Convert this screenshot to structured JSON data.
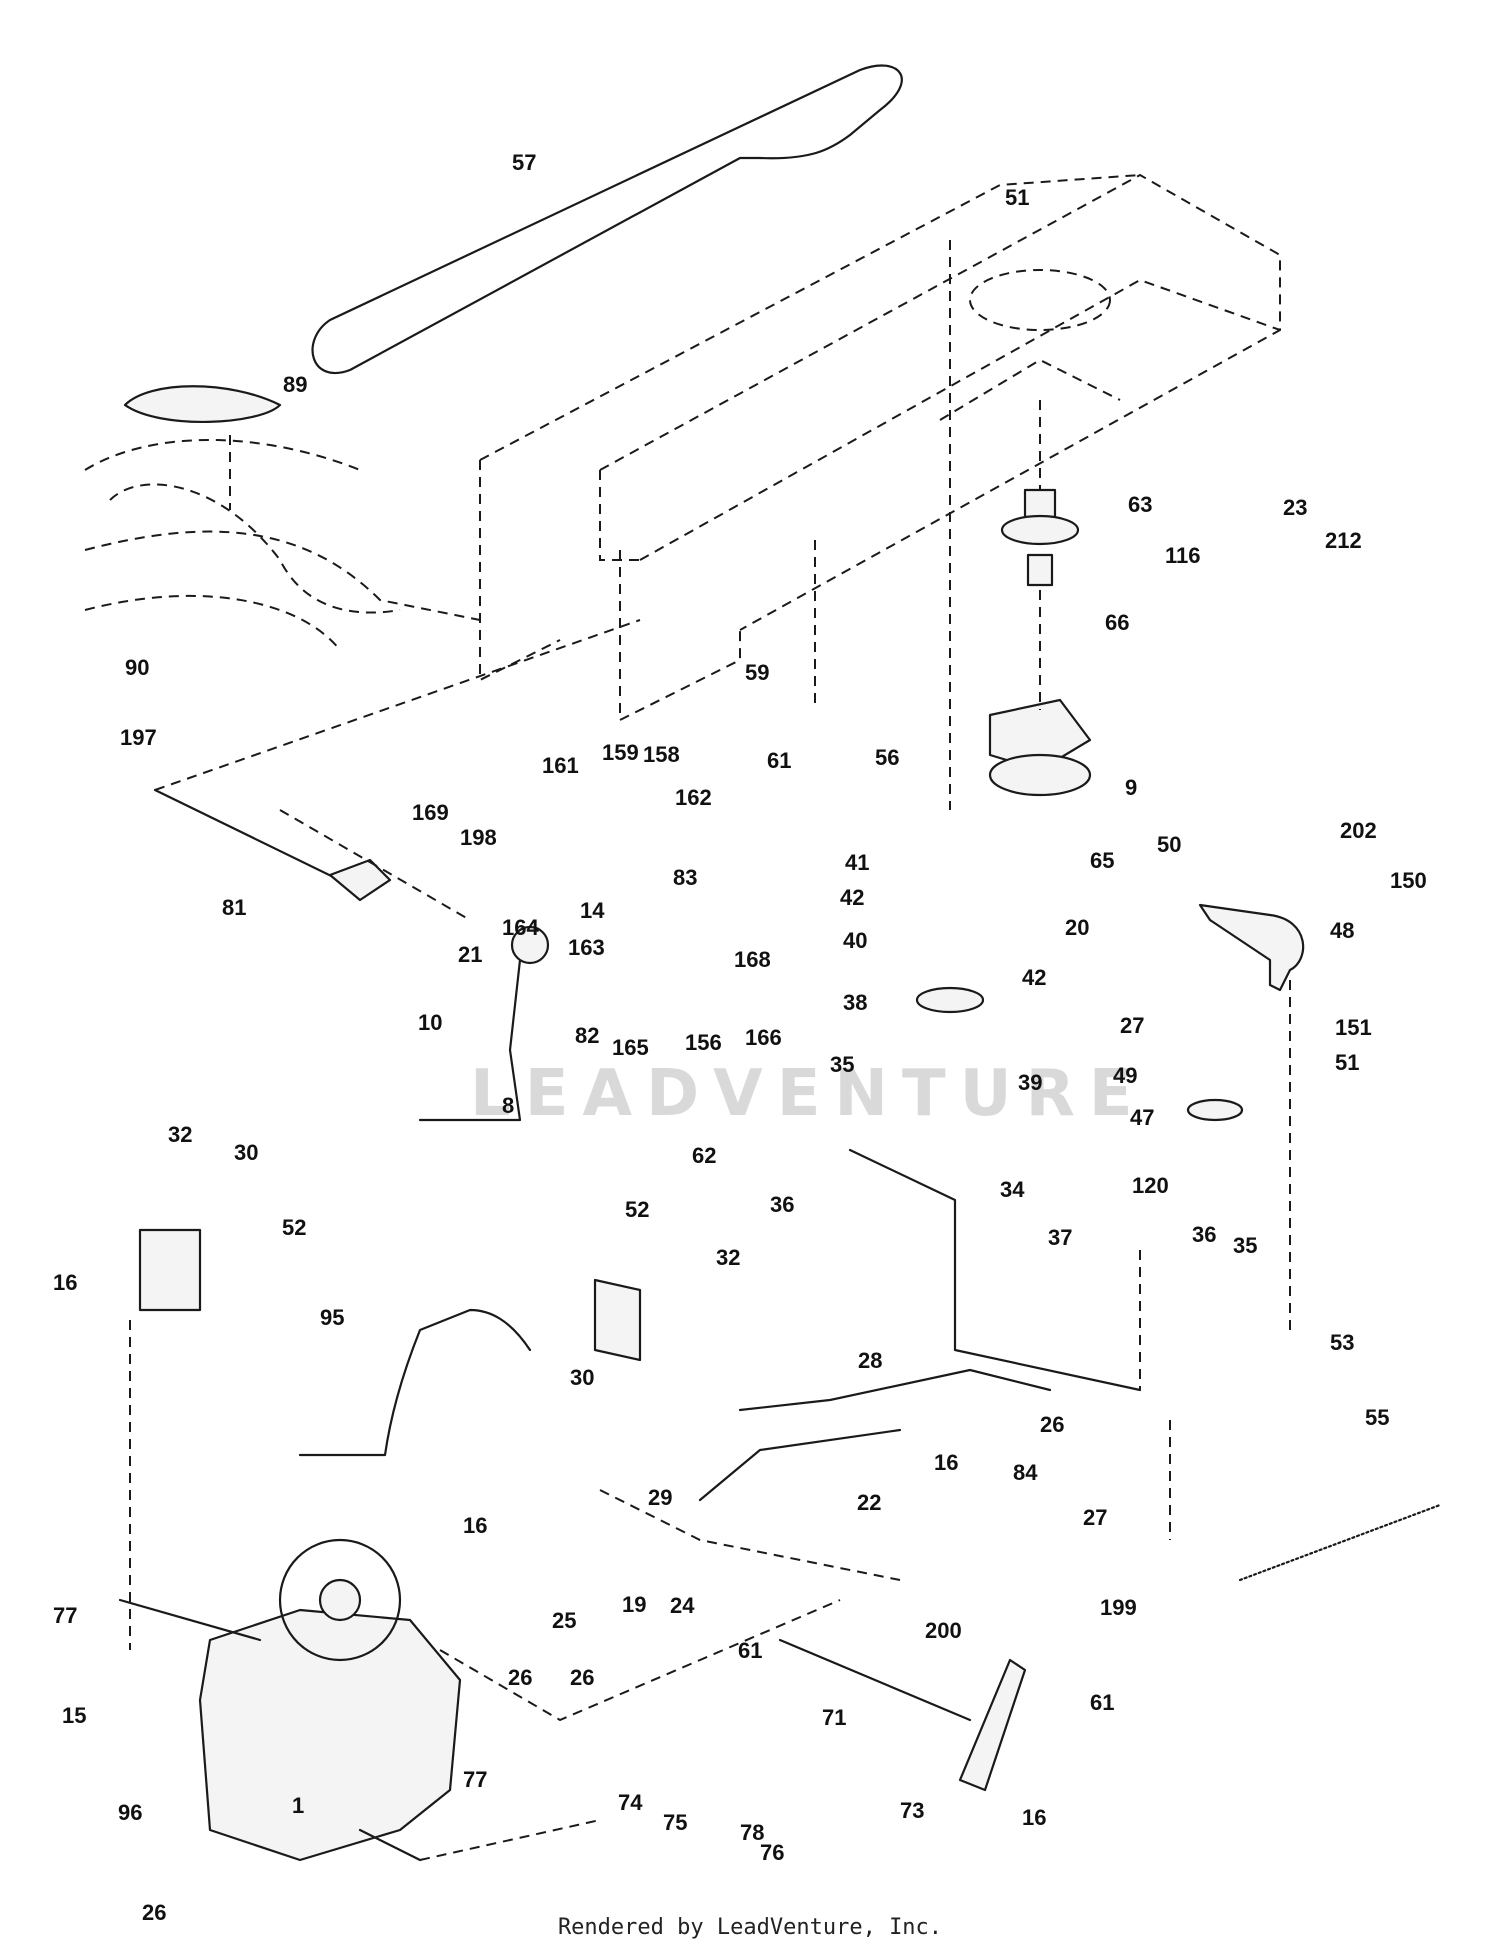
{
  "diagram": {
    "watermark": "LEADVENTURE",
    "footer": "Rendered by LeadVenture, Inc.",
    "callouts": [
      {
        "id": "c57",
        "label": "57"
      },
      {
        "id": "c51a",
        "label": "51"
      },
      {
        "id": "c89",
        "label": "89"
      },
      {
        "id": "c63",
        "label": "63"
      },
      {
        "id": "c23",
        "label": "23"
      },
      {
        "id": "c116",
        "label": "116"
      },
      {
        "id": "c212",
        "label": "212"
      },
      {
        "id": "c90",
        "label": "90"
      },
      {
        "id": "c66",
        "label": "66"
      },
      {
        "id": "c59",
        "label": "59"
      },
      {
        "id": "c197",
        "label": "197"
      },
      {
        "id": "c61a",
        "label": "61"
      },
      {
        "id": "c56",
        "label": "56"
      },
      {
        "id": "c9",
        "label": "9"
      },
      {
        "id": "c161",
        "label": "161"
      },
      {
        "id": "c159",
        "label": "159"
      },
      {
        "id": "c158",
        "label": "158"
      },
      {
        "id": "c169",
        "label": "169"
      },
      {
        "id": "c162",
        "label": "162"
      },
      {
        "id": "c198",
        "label": "198"
      },
      {
        "id": "c41",
        "label": "41"
      },
      {
        "id": "c65",
        "label": "65"
      },
      {
        "id": "c50",
        "label": "50"
      },
      {
        "id": "c202",
        "label": "202"
      },
      {
        "id": "c150",
        "label": "150"
      },
      {
        "id": "c81",
        "label": "81"
      },
      {
        "id": "c164",
        "label": "164"
      },
      {
        "id": "c14",
        "label": "14"
      },
      {
        "id": "c83",
        "label": "83"
      },
      {
        "id": "c42a",
        "label": "42"
      },
      {
        "id": "c20",
        "label": "20"
      },
      {
        "id": "c48",
        "label": "48"
      },
      {
        "id": "c21",
        "label": "21"
      },
      {
        "id": "c163",
        "label": "163"
      },
      {
        "id": "c168",
        "label": "168"
      },
      {
        "id": "c40",
        "label": "40"
      },
      {
        "id": "c38",
        "label": "38"
      },
      {
        "id": "c42b",
        "label": "42"
      },
      {
        "id": "c27a",
        "label": "27"
      },
      {
        "id": "c151",
        "label": "151"
      },
      {
        "id": "c10",
        "label": "10"
      },
      {
        "id": "c82",
        "label": "82"
      },
      {
        "id": "c165",
        "label": "165"
      },
      {
        "id": "c156",
        "label": "156"
      },
      {
        "id": "c166",
        "label": "166"
      },
      {
        "id": "c51b",
        "label": "51"
      },
      {
        "id": "c35a",
        "label": "35"
      },
      {
        "id": "c39",
        "label": "39"
      },
      {
        "id": "c49",
        "label": "49"
      },
      {
        "id": "c8",
        "label": "8"
      },
      {
        "id": "c47",
        "label": "47"
      },
      {
        "id": "c32a",
        "label": "32"
      },
      {
        "id": "c30a",
        "label": "30"
      },
      {
        "id": "c62",
        "label": "62"
      },
      {
        "id": "c36a",
        "label": "36"
      },
      {
        "id": "c120",
        "label": "120"
      },
      {
        "id": "c34",
        "label": "34"
      },
      {
        "id": "c52a",
        "label": "52"
      },
      {
        "id": "c16a",
        "label": "16"
      },
      {
        "id": "c52b",
        "label": "52"
      },
      {
        "id": "c37",
        "label": "37"
      },
      {
        "id": "c36b",
        "label": "36"
      },
      {
        "id": "c35b",
        "label": "35"
      },
      {
        "id": "c32b",
        "label": "32"
      },
      {
        "id": "c95",
        "label": "95"
      },
      {
        "id": "c30b",
        "label": "30"
      },
      {
        "id": "c53",
        "label": "53"
      },
      {
        "id": "c28",
        "label": "28"
      },
      {
        "id": "c26a",
        "label": "26"
      },
      {
        "id": "c55",
        "label": "55"
      },
      {
        "id": "c16b",
        "label": "16"
      },
      {
        "id": "c84",
        "label": "84"
      },
      {
        "id": "c29",
        "label": "29"
      },
      {
        "id": "c22",
        "label": "22"
      },
      {
        "id": "c27b",
        "label": "27"
      },
      {
        "id": "c16c",
        "label": "16"
      },
      {
        "id": "c77a",
        "label": "77"
      },
      {
        "id": "c25",
        "label": "25"
      },
      {
        "id": "c19",
        "label": "19"
      },
      {
        "id": "c24",
        "label": "24"
      },
      {
        "id": "c199",
        "label": "199"
      },
      {
        "id": "c200",
        "label": "200"
      },
      {
        "id": "c61b",
        "label": "61"
      },
      {
        "id": "c15",
        "label": "15"
      },
      {
        "id": "c26b",
        "label": "26"
      },
      {
        "id": "c26c",
        "label": "26"
      },
      {
        "id": "c61c",
        "label": "61"
      },
      {
        "id": "c71",
        "label": "71"
      },
      {
        "id": "c77b",
        "label": "77"
      },
      {
        "id": "c1",
        "label": "1"
      },
      {
        "id": "c96",
        "label": "96"
      },
      {
        "id": "c74",
        "label": "74"
      },
      {
        "id": "c73",
        "label": "73"
      },
      {
        "id": "c16d",
        "label": "16"
      },
      {
        "id": "c75",
        "label": "75"
      },
      {
        "id": "c78",
        "label": "78"
      },
      {
        "id": "c76",
        "label": "76"
      },
      {
        "id": "c26d",
        "label": "26"
      }
    ]
  }
}
